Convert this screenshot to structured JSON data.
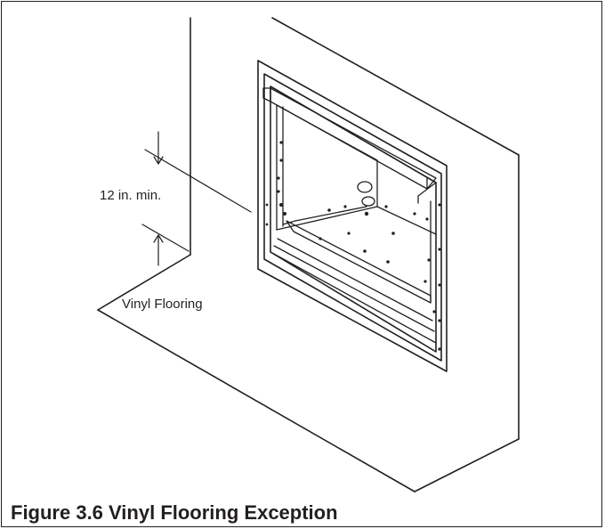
{
  "figure": {
    "caption": "Figure 3.6 Vinyl Flooring Exception"
  },
  "labels": {
    "clearance": "12 in. min.",
    "flooring": "Vinyl Flooring"
  }
}
